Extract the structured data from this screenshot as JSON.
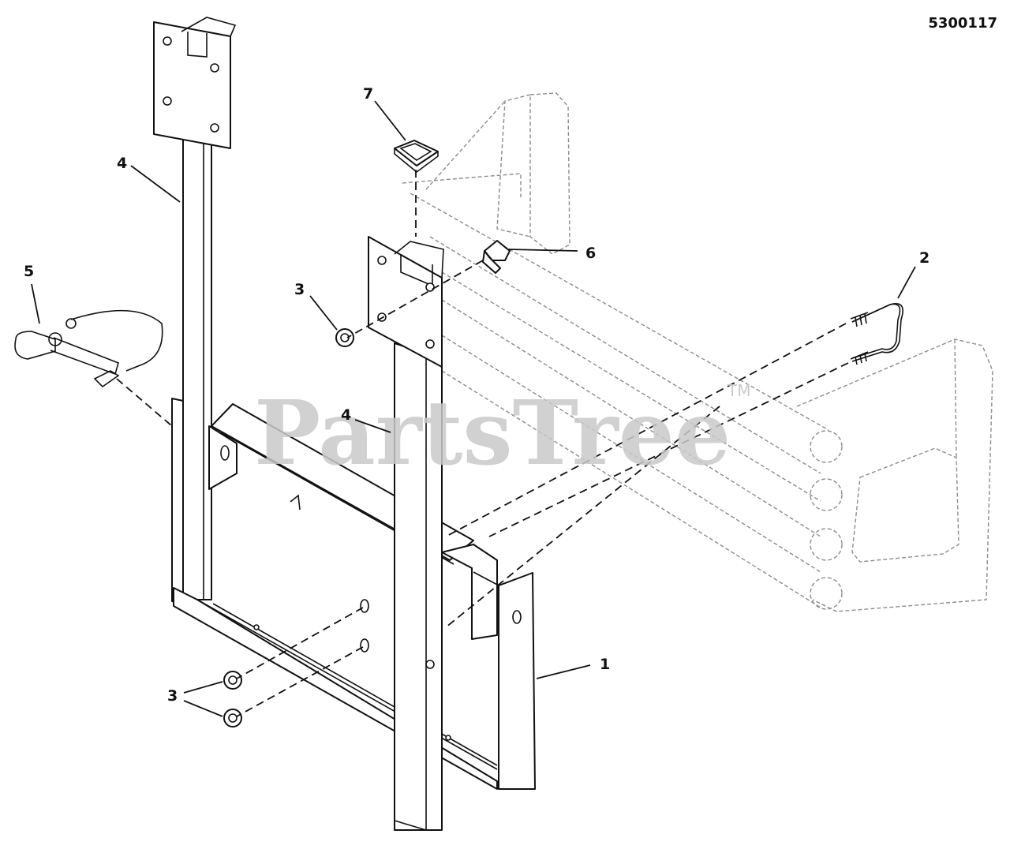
{
  "document_number": "5300117",
  "watermark": {
    "text": "PartsTree",
    "trademark": "TM"
  },
  "callouts": [
    {
      "id": "callout-1",
      "label": "1"
    },
    {
      "id": "callout-2",
      "label": "2"
    },
    {
      "id": "callout-3-top",
      "label": "3"
    },
    {
      "id": "callout-3-bottom",
      "label": "3"
    },
    {
      "id": "callout-4-left",
      "label": "4"
    },
    {
      "id": "callout-4-center",
      "label": "4"
    },
    {
      "id": "callout-5",
      "label": "5"
    },
    {
      "id": "callout-6",
      "label": "6"
    },
    {
      "id": "callout-7",
      "label": "7"
    }
  ]
}
